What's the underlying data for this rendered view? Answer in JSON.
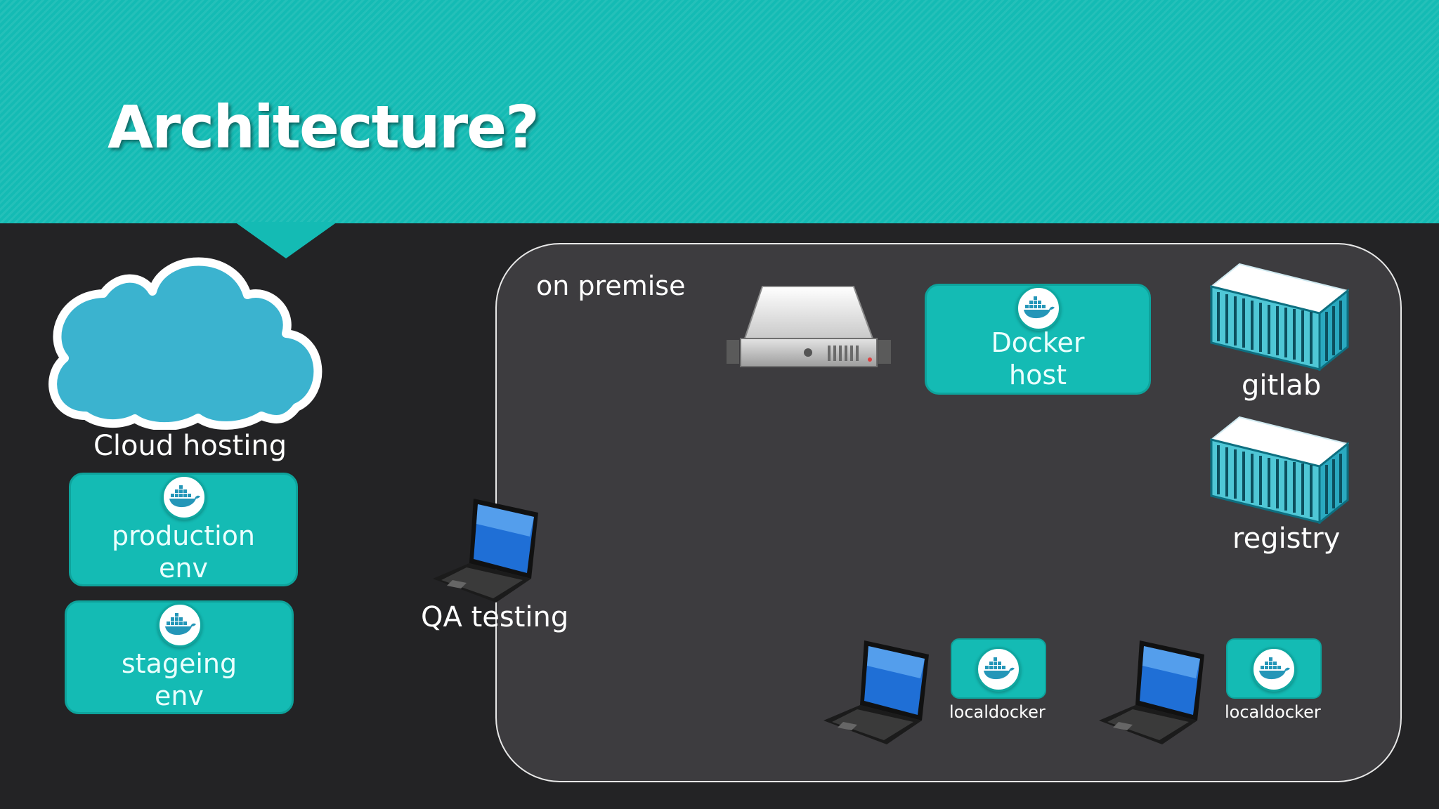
{
  "slide": {
    "title": "Architecture?",
    "colors": {
      "accent": "#14bbb4",
      "background": "#232325",
      "panel": "#3d3c3f",
      "cloud": "#3bb3cf"
    }
  },
  "cloud": {
    "label": "Cloud hosting",
    "icon": "cloud-icon"
  },
  "cloud_envs": [
    {
      "line1": "production",
      "line2": "env",
      "icon": "docker-whale-icon"
    },
    {
      "line1": "stageing",
      "line2": "env",
      "icon": "docker-whale-icon"
    }
  ],
  "on_premise": {
    "label": "on premise",
    "server_icon": "server-icon",
    "docker_host": {
      "line1": "Docker",
      "line2": "host",
      "icon": "docker-whale-icon"
    },
    "containers": [
      {
        "label": "gitlab",
        "icon": "shipping-container-icon"
      },
      {
        "label": "registry",
        "icon": "shipping-container-icon"
      }
    ],
    "qa": {
      "label": "QA testing",
      "icon": "laptop-icon"
    },
    "dev_machines": [
      {
        "label": "localdocker",
        "icon": "laptop-icon"
      },
      {
        "label": "localdocker",
        "icon": "laptop-icon"
      }
    ]
  }
}
